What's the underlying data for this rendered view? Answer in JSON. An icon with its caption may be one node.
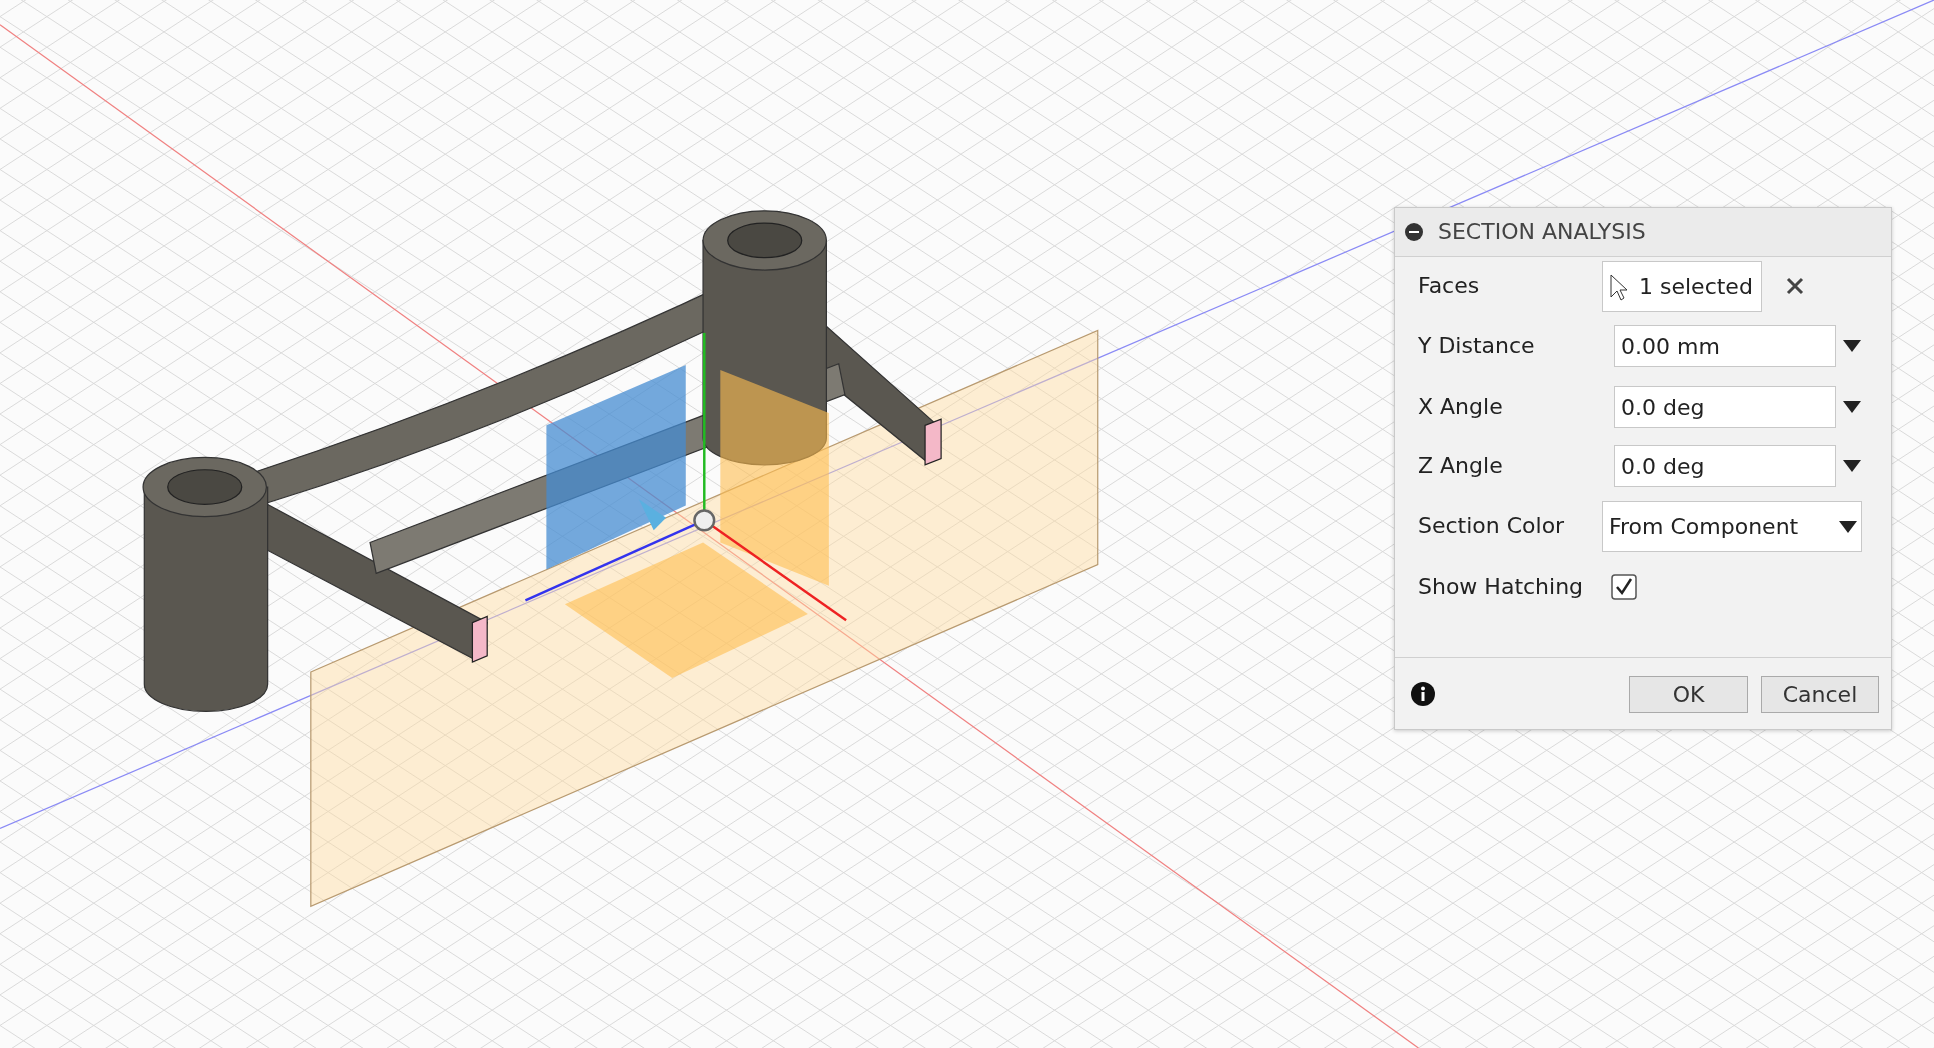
{
  "diagram": {
    "labels": [
      "SECTION ANALYSIS",
      "Faces",
      "1 selected",
      "Y Distance",
      "0.00 mm",
      "X Angle",
      "0.0 deg",
      "Z Angle",
      "0.0 deg",
      "Section Color",
      "From Component",
      "Show Hatching",
      "OK",
      "Cancel"
    ]
  }
}
